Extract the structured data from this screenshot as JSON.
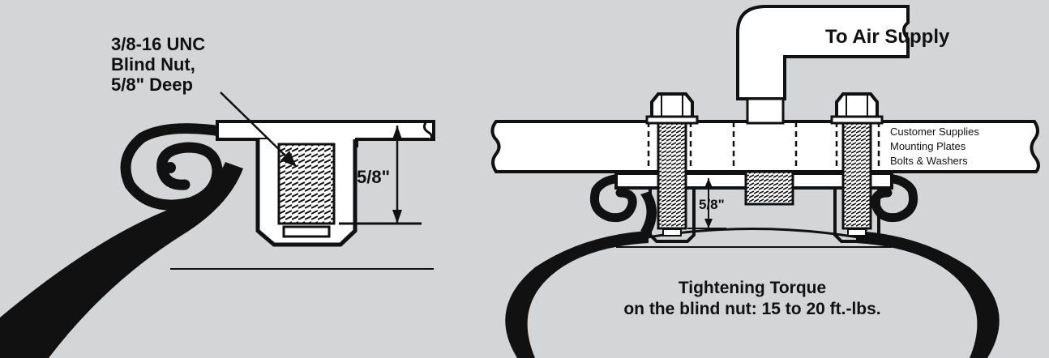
{
  "left_panel": {
    "callout_line1": "3/8-16 UNC",
    "callout_line2": "Blind Nut,",
    "callout_line3": "5/8\" Deep",
    "dimension": "5/8\""
  },
  "right_panel": {
    "air_supply": "To Air Supply",
    "customer_supplies": [
      "Customer Supplies",
      "Mounting Plates",
      "Bolts & Washers"
    ],
    "dimension": "5/8\"",
    "torque_line1": "Tightening Torque",
    "torque_line2": "on the blind nut: 15 to 20 ft.-lbs."
  },
  "colors": {
    "background": "#d4d5d7",
    "ink": "#111111",
    "fill": "#ffffff"
  }
}
